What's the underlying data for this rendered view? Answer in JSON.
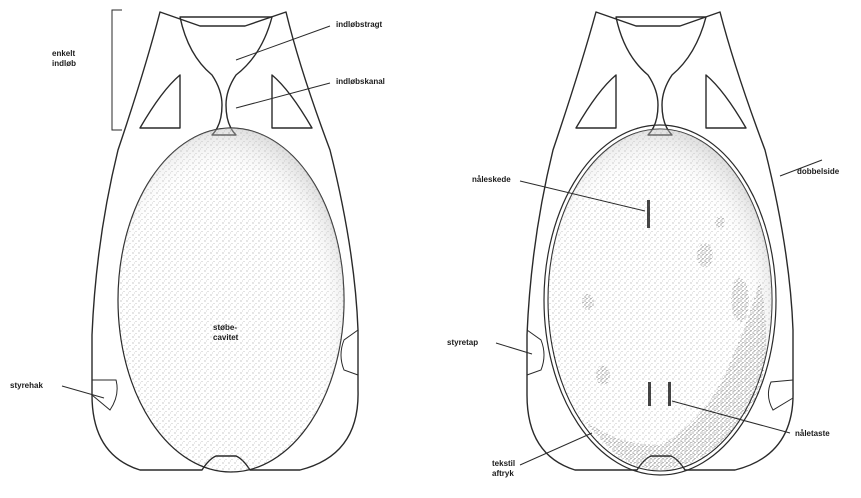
{
  "left_figure": {
    "bracket_label_line1": "enkelt",
    "bracket_label_line2": "indløb",
    "labels": {
      "indlobstragt": "indløbstragt",
      "indlobskanal": "indløbskanal",
      "stobecavitet_line1": "støbe-",
      "stobecavitet_line2": "cavitet",
      "styrehak": "styrehak"
    }
  },
  "right_figure": {
    "labels": {
      "naleskede": "nåleskede",
      "dobbelside": "dobbelside",
      "styretap": "styretap",
      "naletaste": "nåletaste",
      "tekstil_line1": "tekstil",
      "tekstil_line2": "aftryk"
    }
  },
  "colors": {
    "ink": "#2a2a2a",
    "stipple": "#555555",
    "background": "#ffffff"
  }
}
